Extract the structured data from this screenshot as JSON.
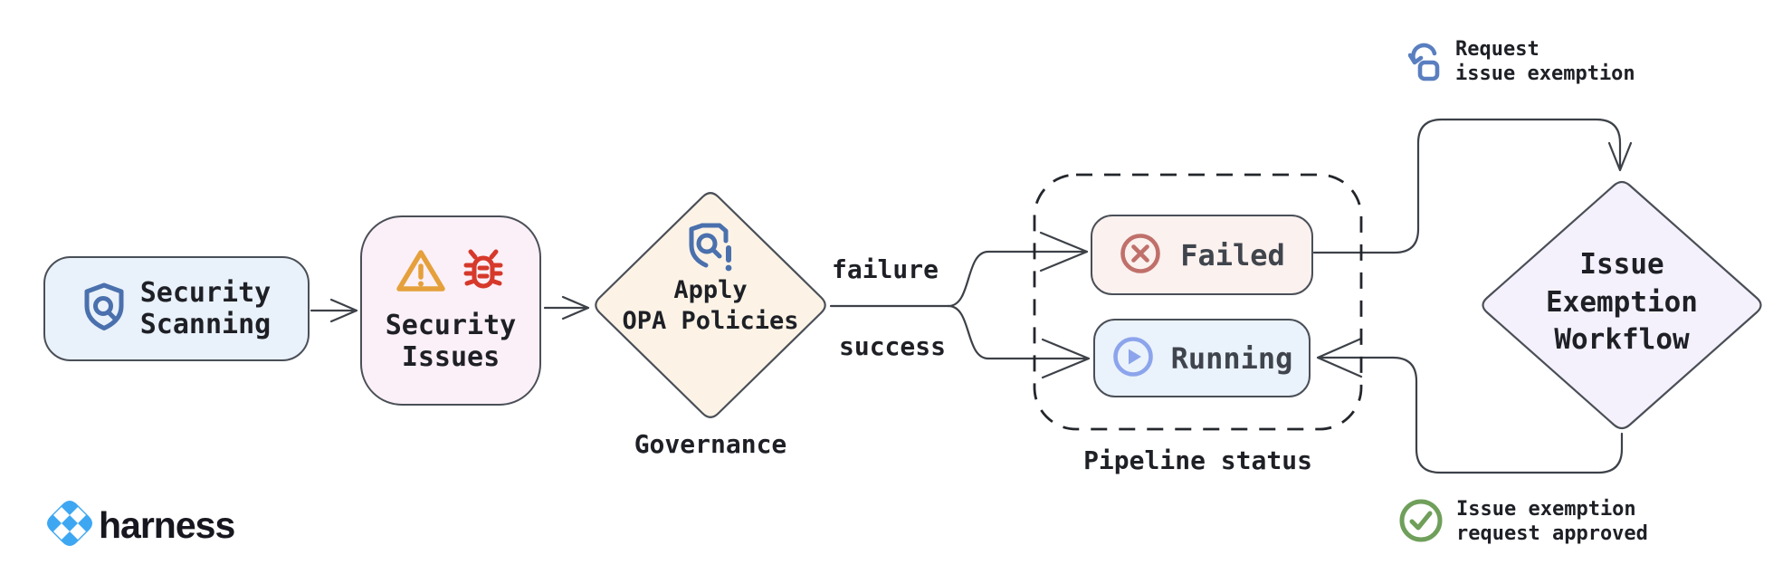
{
  "diagram": {
    "security_scanning": {
      "label": "Security\nScanning"
    },
    "security_issues": {
      "label": "Security\nIssues"
    },
    "governance": {
      "node_label": "Apply\nOPA Policies",
      "caption": "Governance"
    },
    "branch_labels": {
      "failure": "failure",
      "success": "success"
    },
    "pipeline": {
      "caption": "Pipeline status",
      "failed_label": "Failed",
      "running_label": "Running"
    },
    "exemption": {
      "label": "Issue\nExemption\nWorkflow"
    },
    "annotations": {
      "request": "Request\nissue exemption",
      "approved": "Issue exemption\nrequest approved"
    },
    "brand": {
      "name": "harness"
    }
  },
  "icons": {
    "security_scanning": "shield-search-icon",
    "security_issues": [
      "warning-triangle-icon",
      "bug-icon"
    ],
    "governance": "shield-policy-alert-icon",
    "failed": "circle-x-icon",
    "running": "circle-play-icon",
    "request": "tap-rotate-icon",
    "approved": "circle-check-icon",
    "brand": "harness-diamond-icon"
  },
  "colors": {
    "node_border": "#4a4f57",
    "connector": "#3d4148",
    "security_scanning_fill": "#e9f1fa",
    "security_issues_fill": "#fbf0f7",
    "governance_fill": "#fcf3e6",
    "failed_fill": "#fbf1ef",
    "running_fill": "#eaf2fb",
    "exemption_fill": "#f4f1fc",
    "icon_blue": "#4a70ad",
    "warning_orange": "#e5a03c",
    "bug_red": "#d6392b",
    "failed_red": "#c0706a",
    "running_blue": "#8ca4ec",
    "approved_green": "#6f9f5a",
    "harness_blue": "#3ea7f2"
  }
}
